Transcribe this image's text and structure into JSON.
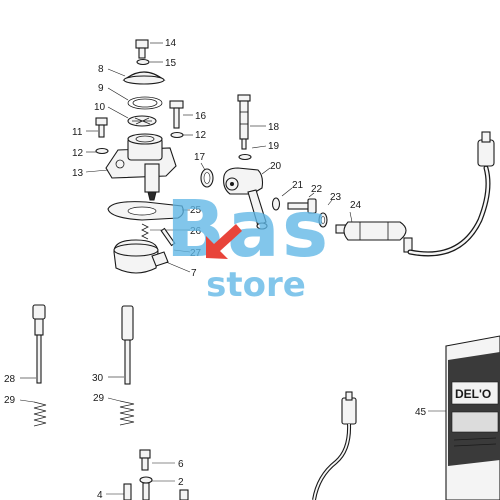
{
  "diagram": {
    "part_labels": [
      {
        "id": "p14",
        "text": "14"
      },
      {
        "id": "p8",
        "text": "8"
      },
      {
        "id": "p15",
        "text": "15"
      },
      {
        "id": "p9",
        "text": "9"
      },
      {
        "id": "p10",
        "text": "10"
      },
      {
        "id": "p16",
        "text": "16"
      },
      {
        "id": "p11",
        "text": "11"
      },
      {
        "id": "p12a",
        "text": "12"
      },
      {
        "id": "p12b",
        "text": "12"
      },
      {
        "id": "p13",
        "text": "13"
      },
      {
        "id": "p18",
        "text": "18"
      },
      {
        "id": "p19",
        "text": "19"
      },
      {
        "id": "p17",
        "text": "17"
      },
      {
        "id": "p20",
        "text": "20"
      },
      {
        "id": "p21",
        "text": "21"
      },
      {
        "id": "p22",
        "text": "22"
      },
      {
        "id": "p23",
        "text": "23"
      },
      {
        "id": "p24",
        "text": "24"
      },
      {
        "id": "p25",
        "text": "25"
      },
      {
        "id": "p26",
        "text": "26"
      },
      {
        "id": "p27",
        "text": "27"
      },
      {
        "id": "p7",
        "text": "7"
      },
      {
        "id": "p28",
        "text": "28"
      },
      {
        "id": "p30",
        "text": "30"
      },
      {
        "id": "p29a",
        "text": "29"
      },
      {
        "id": "p29b",
        "text": "29"
      },
      {
        "id": "p6",
        "text": "6"
      },
      {
        "id": "p2",
        "text": "2"
      },
      {
        "id": "p4",
        "text": "4"
      },
      {
        "id": "p45",
        "text": "45"
      }
    ],
    "packet_label": "DEL'O"
  },
  "watermark": {
    "line1": "Bas",
    "line2": "store",
    "color_blue": "#5fb7e6",
    "color_red": "#e8443a"
  },
  "colors": {
    "ink": "#1a1a1a",
    "paper": "#ffffff"
  }
}
